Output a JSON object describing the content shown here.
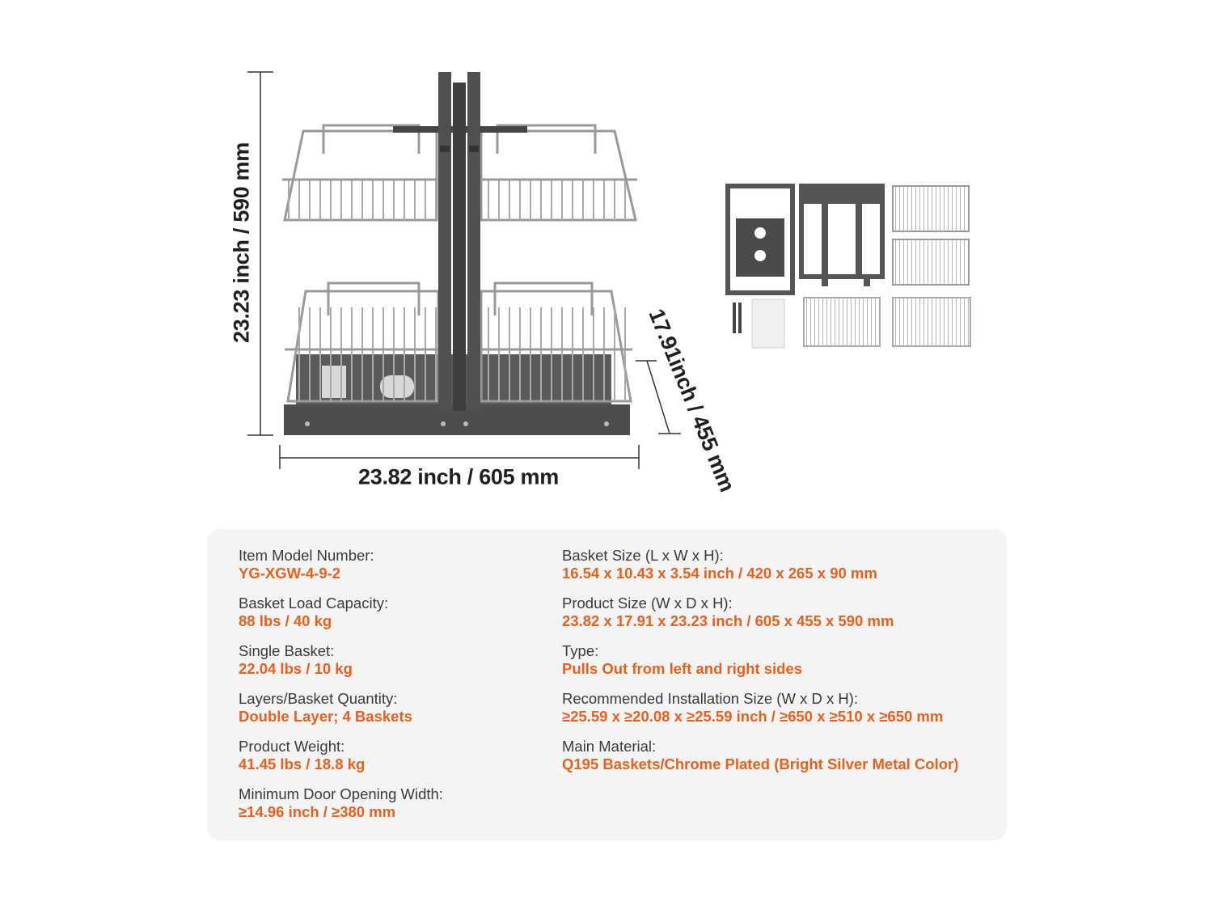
{
  "dimensions": {
    "height": "23.23 inch / 590 mm",
    "width": "23.82 inch / 605 mm",
    "depth": "17.91inch / 455 mm"
  },
  "colors": {
    "accent": "#e8601c",
    "label": "#3a3a3a",
    "panel_bg": "#f4f4f4",
    "frame": "#4a4a4a",
    "chrome": "#9a9a9a"
  },
  "specs": {
    "left": [
      {
        "label": "Item Model Number:",
        "value": "YG-XGW-4-9-2"
      },
      {
        "label": "Basket Load Capacity:",
        "value": "88 lbs / 40 kg"
      },
      {
        "label": "Single Basket:",
        "value": "22.04 lbs / 10 kg"
      },
      {
        "label": "Layers/Basket Quantity:",
        "value": "Double Layer; 4 Baskets"
      },
      {
        "label": "Product Weight:",
        "value": "41.45 lbs / 18.8 kg"
      },
      {
        "label": "Minimum Door Opening Width:",
        "value": "≥14.96 inch / ≥380 mm"
      }
    ],
    "right": [
      {
        "label": "Basket Size (L x W x H):",
        "value": "16.54 x 10.43 x 3.54 inch / 420 x 265 x 90 mm"
      },
      {
        "label": "Product Size (W x D x H):",
        "value": "23.82 x 17.91 x 23.23 inch / 605 x 455 x 590 mm"
      },
      {
        "label": "Type:",
        "value": "Pulls Out from left and right sides"
      },
      {
        "label": "Recommended Installation Size (W x D x H):",
        "value": "≥25.59 x ≥20.08 x ≥25.59 inch / ≥650 x ≥510 x ≥650 mm"
      },
      {
        "label": "Main Material:",
        "value": "Q195 Baskets/Chrome Plated (Bright Silver Metal Color)"
      }
    ]
  }
}
